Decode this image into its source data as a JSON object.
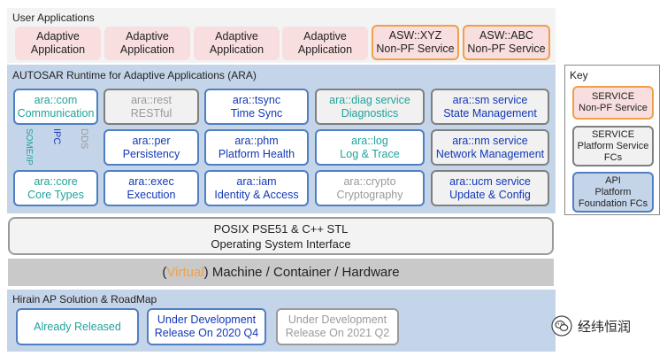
{
  "user_apps": {
    "title": "User Applications",
    "apps": [
      {
        "line1": "Adaptive",
        "line2": "Application"
      },
      {
        "line1": "Adaptive",
        "line2": "Application"
      },
      {
        "line1": "Adaptive",
        "line2": "Application"
      },
      {
        "line1": "Adaptive",
        "line2": "Application"
      },
      {
        "line1": "ASW::XYZ",
        "line2": "Non-PF Service"
      },
      {
        "line1": "ASW::ABC",
        "line2": "Non-PF Service"
      }
    ]
  },
  "ara": {
    "title": "AUTOSAR Runtime for Adaptive Applications (ARA)",
    "com": {
      "line1": "ara::com",
      "line2": "Communication"
    },
    "com_protocols": [
      "SOME/IP",
      "IPC",
      "DDS"
    ],
    "rest": {
      "line1": "ara::rest",
      "line2": "RESTful"
    },
    "tsync": {
      "line1": "ara::tsync",
      "line2": "Time Sync"
    },
    "diag": {
      "line1": "ara::diag service",
      "line2": "Diagnostics"
    },
    "sm": {
      "line1": "ara::sm  service",
      "line2": "State Management"
    },
    "per": {
      "line1": "ara::per",
      "line2": "Persistency"
    },
    "phm": {
      "line1": "ara::phm",
      "line2": "Platform Health"
    },
    "log": {
      "line1": "ara::log",
      "line2": "Log & Trace"
    },
    "nm": {
      "line1": "ara::nm service",
      "line2": "Network Management"
    },
    "core": {
      "line1": "ara::core",
      "line2": "Core Types"
    },
    "exec": {
      "line1": "ara::exec",
      "line2": "Execution"
    },
    "iam": {
      "line1": "ara::iam",
      "line2": "Identity & Access"
    },
    "crypto": {
      "line1": "ara::crypto",
      "line2": "Cryptography"
    },
    "ucm": {
      "line1": "ara::ucm service",
      "line2": "Update & Config"
    }
  },
  "posix": {
    "line1": "POSIX PSE51 & C++ STL",
    "line2": "Operating System Interface"
  },
  "machine": {
    "open": "(",
    "virtual": "Virtual",
    "rest": ") Machine / Container / Hardware"
  },
  "roadmap": {
    "title": "Hirain AP Solution & RoadMap",
    "released": "Already Released",
    "dev2020": {
      "line1": "Under Development",
      "line2": "Release On 2020 Q4"
    },
    "dev2021": {
      "line1": "Under Development",
      "line2": "Release On 2021 Q2"
    }
  },
  "key": {
    "title": "Key",
    "asw": {
      "line1": "SERVICE",
      "line2": "Non-PF Service"
    },
    "svc": {
      "line1": "SERVICE",
      "line2": "Platform Service",
      "line3": "FCs"
    },
    "api": {
      "line1": "API",
      "line2": "Platform",
      "line3": "Foundation FCs"
    }
  },
  "watermark": {
    "text": "经纬恒润",
    "icon": "wechat-icon"
  },
  "colors": {
    "app_fill": "#f8dede",
    "service_border": "#f0a04b",
    "ara_fill": "#c5d5e9",
    "fc_border": "#4f7fc2",
    "teal_text": "#1fa39a",
    "blue_text": "#1238b8",
    "gray_text": "#9a9a9a"
  }
}
